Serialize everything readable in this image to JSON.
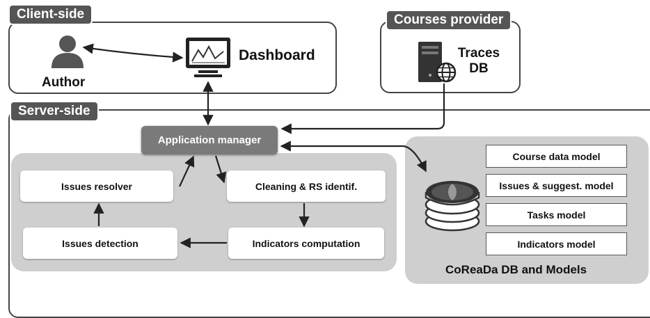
{
  "client": {
    "title": "Client-side",
    "author_label": "Author",
    "dashboard_label": "Dashboard"
  },
  "provider": {
    "title": "Courses provider",
    "traces_label_line1": "Traces",
    "traces_label_line2": "DB"
  },
  "server": {
    "title": "Server-side",
    "app_manager": "Application manager",
    "process": {
      "issues_resolver": "Issues resolver",
      "cleaning": "Cleaning & RS identif.",
      "issues_detection": "Issues detection",
      "indicators_computation": "Indicators computation"
    },
    "models": {
      "caption": "CoReaDa DB and Models",
      "items": [
        "Course data model",
        "Issues & suggest. model",
        "Tasks model",
        "Indicators model"
      ]
    }
  },
  "icons": [
    "person-icon",
    "monitor-chart-icon",
    "server-tower-icon",
    "globe-icon",
    "database-stack-icon"
  ]
}
